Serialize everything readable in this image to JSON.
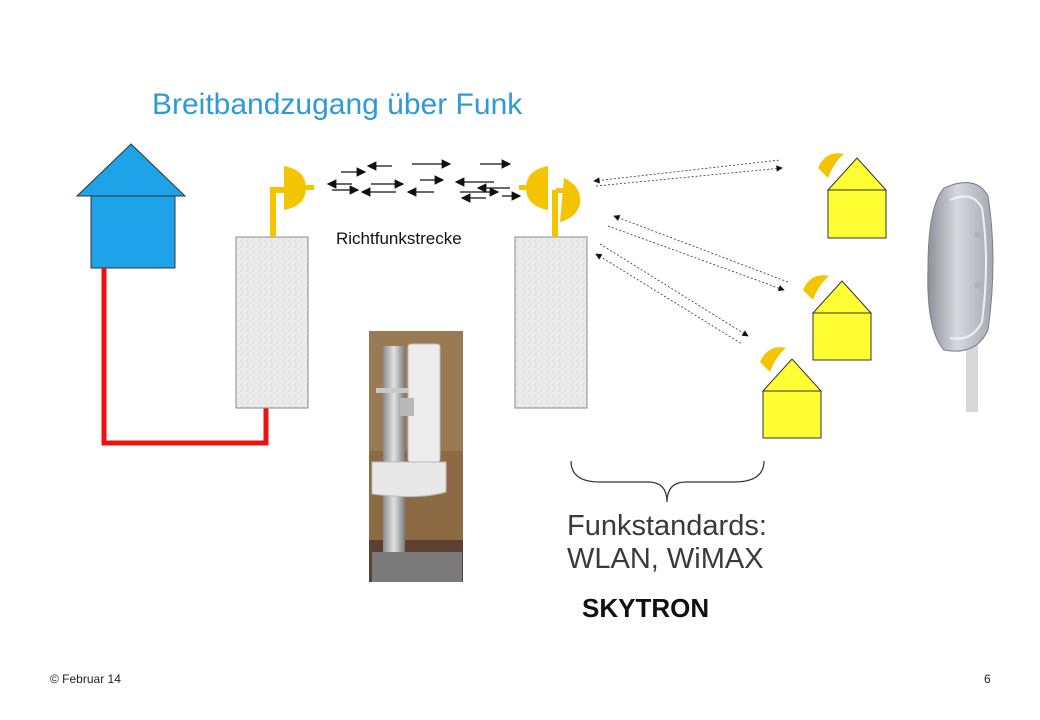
{
  "slide": {
    "title": "Breitbandzugang über Funk",
    "link_label": "Richtfunkstrecke",
    "standards_line1": "Funkstandards:",
    "standards_line2": "WLAN, WiMAX",
    "brand": "SKYTRON",
    "footer_left": "© Februar  14",
    "page_number": "6"
  },
  "colors": {
    "title": "#2f9ad6",
    "central_house": "#1fa3e8",
    "customer_house": "#ffff33",
    "antenna": "#f5c400",
    "fiber_line": "#ee1111",
    "tower": "#e8e8e8"
  }
}
